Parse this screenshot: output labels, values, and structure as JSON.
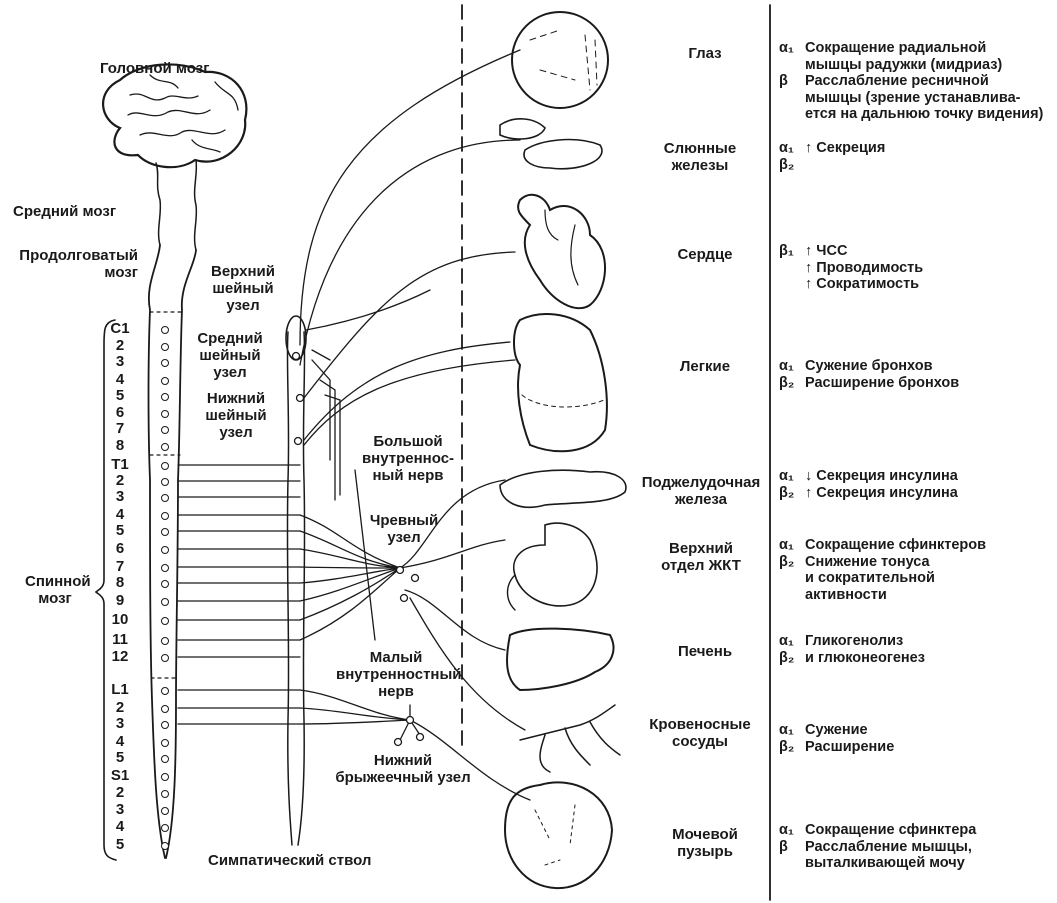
{
  "brain": {
    "title": "Головной мозг",
    "midbrain": "Средний мозг",
    "medulla_1": "Продолговатый",
    "medulla_2": "мозг"
  },
  "spinal_cord": {
    "label_1": "Спинной",
    "label_2": "мозг",
    "segments": [
      "C1",
      "2",
      "3",
      "4",
      "5",
      "6",
      "7",
      "8",
      "T1",
      "2",
      "3",
      "4",
      "5",
      "6",
      "7",
      "8",
      "9",
      "10",
      "11",
      "12",
      "L1",
      "2",
      "3",
      "4",
      "5",
      "S1",
      "2",
      "3",
      "4",
      "5"
    ]
  },
  "ganglia": {
    "upper_cervical": [
      "Верхний",
      "шейный",
      "узел"
    ],
    "middle_cervical": [
      "Средний",
      "шейный",
      "узел"
    ],
    "lower_cervical": [
      "Нижний",
      "шейный",
      "узел"
    ],
    "greater_splanchnic": [
      "Большой",
      "внутреннос-",
      "ный нерв"
    ],
    "celiac": [
      "Чревный",
      "узел"
    ],
    "lesser_splanchnic": [
      "Малый",
      "внутренностный",
      "нерв"
    ],
    "inferior_mesenteric": [
      "Нижний",
      "брыжеечный узел"
    ],
    "sympathetic_trunk": "Симпатический ствол"
  },
  "organs": [
    {
      "name": [
        "Глаз"
      ]
    },
    {
      "name": [
        "Слюнные",
        "железы"
      ]
    },
    {
      "name": [
        "Сердце"
      ]
    },
    {
      "name": [
        "Легкие"
      ]
    },
    {
      "name": [
        "Поджелудочная",
        "железа"
      ]
    },
    {
      "name": [
        "Верхний",
        "отдел ЖКТ"
      ]
    },
    {
      "name": [
        "Печень"
      ]
    },
    {
      "name": [
        "Кровеносные",
        "сосуды"
      ]
    },
    {
      "name": [
        "Мочевой",
        "пузырь"
      ]
    }
  ],
  "receptors": {
    "eye": [
      {
        "sym": "α₁",
        "lines": [
          "Сокращение радиальной",
          "мышцы радужки (мидриаз)"
        ]
      },
      {
        "sym": "β",
        "lines": [
          "Расслабление ресничной",
          "мышцы (зрение устанавлива-",
          "ется на дальнюю точку видения)"
        ]
      }
    ],
    "salivary": [
      {
        "sym": "α₁",
        "lines": [
          "↑ Секреция"
        ]
      },
      {
        "sym": "β₂",
        "lines": [
          ""
        ]
      }
    ],
    "heart": [
      {
        "sym": "β₁",
        "lines": [
          "↑ ЧСС",
          "↑ Проводимость",
          "↑ Сократимость"
        ]
      }
    ],
    "lungs": [
      {
        "sym": "α₁",
        "lines": [
          "Сужение бронхов"
        ]
      },
      {
        "sym": "β₂",
        "lines": [
          "Расширение бронхов"
        ]
      }
    ],
    "pancreas": [
      {
        "sym": "α₁",
        "lines": [
          "↓ Секреция инсулина"
        ]
      },
      {
        "sym": "β₂",
        "lines": [
          "↑ Секреция инсулина"
        ]
      }
    ],
    "gi": [
      {
        "sym": "α₁",
        "lines": [
          "Сокращение сфинктеров"
        ]
      },
      {
        "sym": "β₂",
        "lines": [
          "Снижение тонуса",
          "и сократительной",
          "активности"
        ]
      }
    ],
    "liver": [
      {
        "sym": "α₁",
        "lines": [
          "Гликогенолиз"
        ]
      },
      {
        "sym": "β₂",
        "lines": [
          "и глюконеогенез"
        ]
      }
    ],
    "vessels": [
      {
        "sym": "α₁",
        "lines": [
          "Сужение"
        ]
      },
      {
        "sym": "β₂",
        "lines": [
          "Расширение"
        ]
      }
    ],
    "bladder": [
      {
        "sym": "α₁",
        "lines": [
          "Сокращение сфинктера"
        ]
      },
      {
        "sym": "β",
        "lines": [
          "Расслабление мышцы,",
          "выталкивающей мочу"
        ]
      }
    ]
  }
}
